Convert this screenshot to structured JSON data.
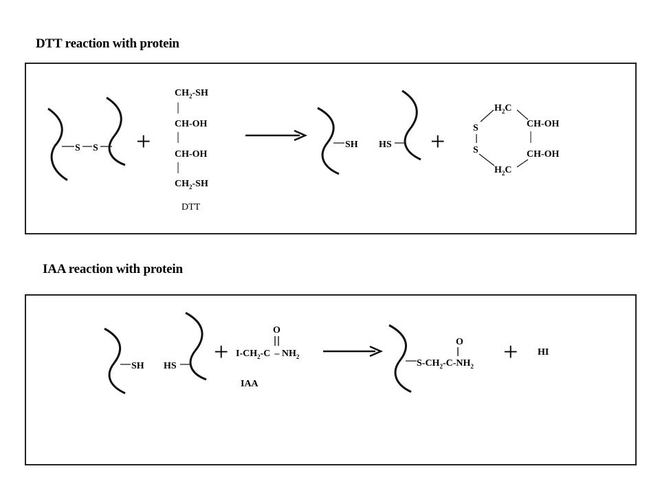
{
  "dtt": {
    "title": "DTT reaction with protein",
    "plus": "+",
    "reactant_left": {
      "s1": "S",
      "s2": "S"
    },
    "dtt_molecule": {
      "row1": {
        "main": "CH",
        "sub": "2",
        "tail": "-SH"
      },
      "row2": "CH-OH",
      "row3": "CH-OH",
      "row4": {
        "main": "CH",
        "sub": "2",
        "tail": "-SH"
      },
      "label": "DTT"
    },
    "product_protein": {
      "sh": "SH",
      "hs": "HS"
    },
    "ring": {
      "top": {
        "main": "H",
        "sub": "2",
        "tail": "C"
      },
      "bottom": {
        "main": "H",
        "sub": "2",
        "tail": "C"
      },
      "s_top": "S",
      "s_bottom": "S",
      "choh_top": "CH-OH",
      "choh_bottom": "CH-OH"
    }
  },
  "iaa": {
    "title": "IAA reaction with protein",
    "plus": "+",
    "reactant_protein": {
      "sh": "SH",
      "hs": "HS"
    },
    "iaa_molecule": {
      "o": "O",
      "i_ch": "I-CH",
      "sub": "2",
      "c": "-C",
      "nh": "– NH",
      "nh_sub": "2",
      "label": "IAA"
    },
    "product": {
      "o": "O",
      "s_ch": "S-CH",
      "sub": "2",
      "c": "-C-NH",
      "nh_sub": "2"
    },
    "byproduct": "HI"
  }
}
